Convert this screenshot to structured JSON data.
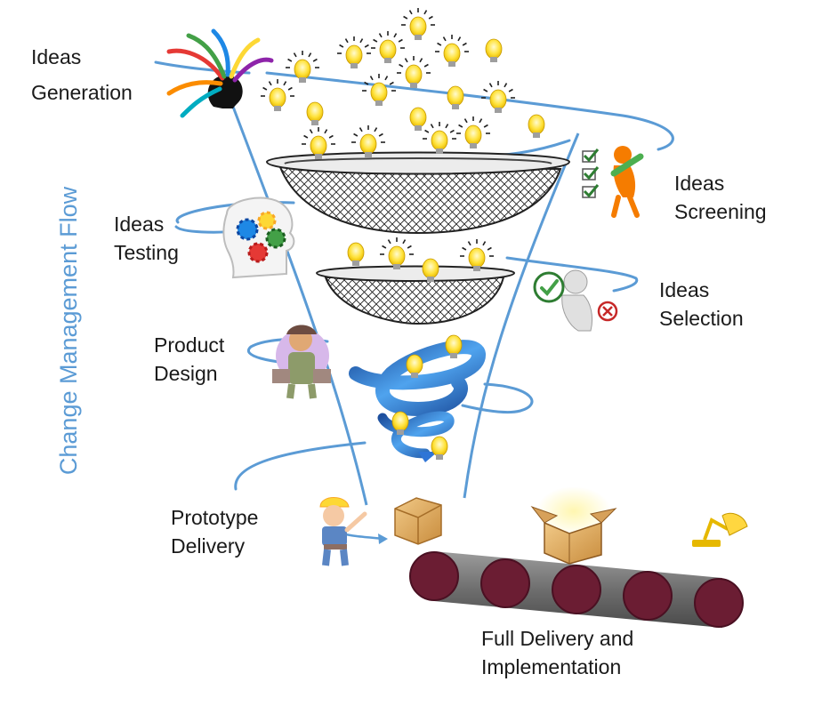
{
  "diagram": {
    "side_title": "Change Management Flow",
    "stages": [
      {
        "id": "ideas-generation",
        "lines": [
          "Ideas",
          "Generation"
        ],
        "icon": "colorful-arrows-head-icon"
      },
      {
        "id": "ideas-screening",
        "lines": [
          "Ideas",
          "Screening"
        ],
        "icon": "checklist-person-icon"
      },
      {
        "id": "ideas-testing",
        "lines": [
          "Ideas",
          "Testing"
        ],
        "icon": "gears-head-icon"
      },
      {
        "id": "ideas-selection",
        "lines": [
          "Ideas",
          "Selection"
        ],
        "icon": "check-cross-person-icon"
      },
      {
        "id": "product-design",
        "lines": [
          "Product",
          "Design"
        ],
        "icon": "craftsman-icon"
      },
      {
        "id": "prototype-delivery",
        "lines": [
          "Prototype",
          "Delivery"
        ],
        "icon": "builder-icon"
      },
      {
        "id": "full-delivery",
        "lines": [
          "Full Delivery and",
          "Implementation"
        ],
        "icon": "conveyor-belt-icon"
      }
    ],
    "colors": {
      "flow_line": "#5b9bd5",
      "title": "#5b9bd5",
      "bulb": "#ffe23a",
      "spiral": "#2f75d6",
      "roller": "#6b1d33",
      "belt": "#707070",
      "box": "#c8a06a"
    }
  }
}
